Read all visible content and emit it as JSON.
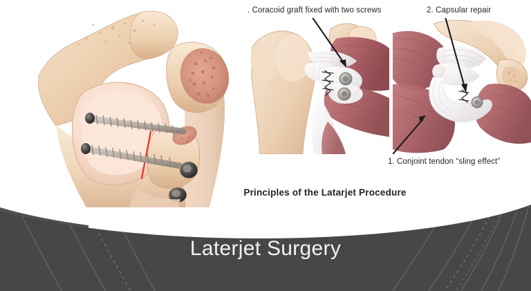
{
  "slide": {
    "title": "Laterjet Surgery",
    "subtitle": "Principles of the Latarjet Procedure",
    "background_color": "#ffffff",
    "banner_color": "#474747",
    "title_color": "#f2f2f2",
    "text_color": "#231f20"
  },
  "annotations": [
    {
      "id": "coracoid-graft",
      "text": ". Coracoid graft fixed with two screws",
      "points_to": "coracoid-graft-screws-in-middle-panel"
    },
    {
      "id": "capsular-repair",
      "text": "2. Capsular repair",
      "points_to": "capsule-in-right-panel"
    },
    {
      "id": "conjoint-tendon",
      "text": "1. Conjoint tendon “sling effect”",
      "points_to": "conjoint-tendon-in-right-panel"
    }
  ],
  "illustrations": {
    "main": {
      "name": "scapula-glenoid-with-coracoid-graft",
      "description": "Anterior view of scapula showing glenoid with coracoid bone graft fixed by two screws, cut surface marked by a red line",
      "colors": {
        "bone": "#e8c9a8",
        "bone_light": "#f5ddc6",
        "cartilage": "#f6ddcd",
        "marrow": "#d6998a",
        "screw": "#6f6a66",
        "cut_line": "#e8342a"
      }
    },
    "middle": {
      "name": "coracoid-graft-fixed-with-screws",
      "description": "Shoulder joint showing humeral head, glenoid, conjoint tendon, two fixation screws and sutured capsule",
      "colors": {
        "bone": "#e9cfb2",
        "muscle": "#b5676a",
        "ligament": "#f3f1f2",
        "screw": "#9a9a9a"
      }
    },
    "right": {
      "name": "capsular-repair-and-sling-effect",
      "description": "Shoulder joint showing conjoint tendon acting as a sling across the subscapularis with repaired capsule",
      "colors": {
        "bone": "#e9cfb2",
        "muscle": "#b5676a",
        "ligament": "#f3f1f2",
        "screw": "#9a9a9a"
      }
    }
  },
  "banner_decoration": {
    "arc_color": "#6d6d6d",
    "arc_count": 9,
    "dashed_arc_count": 2
  }
}
